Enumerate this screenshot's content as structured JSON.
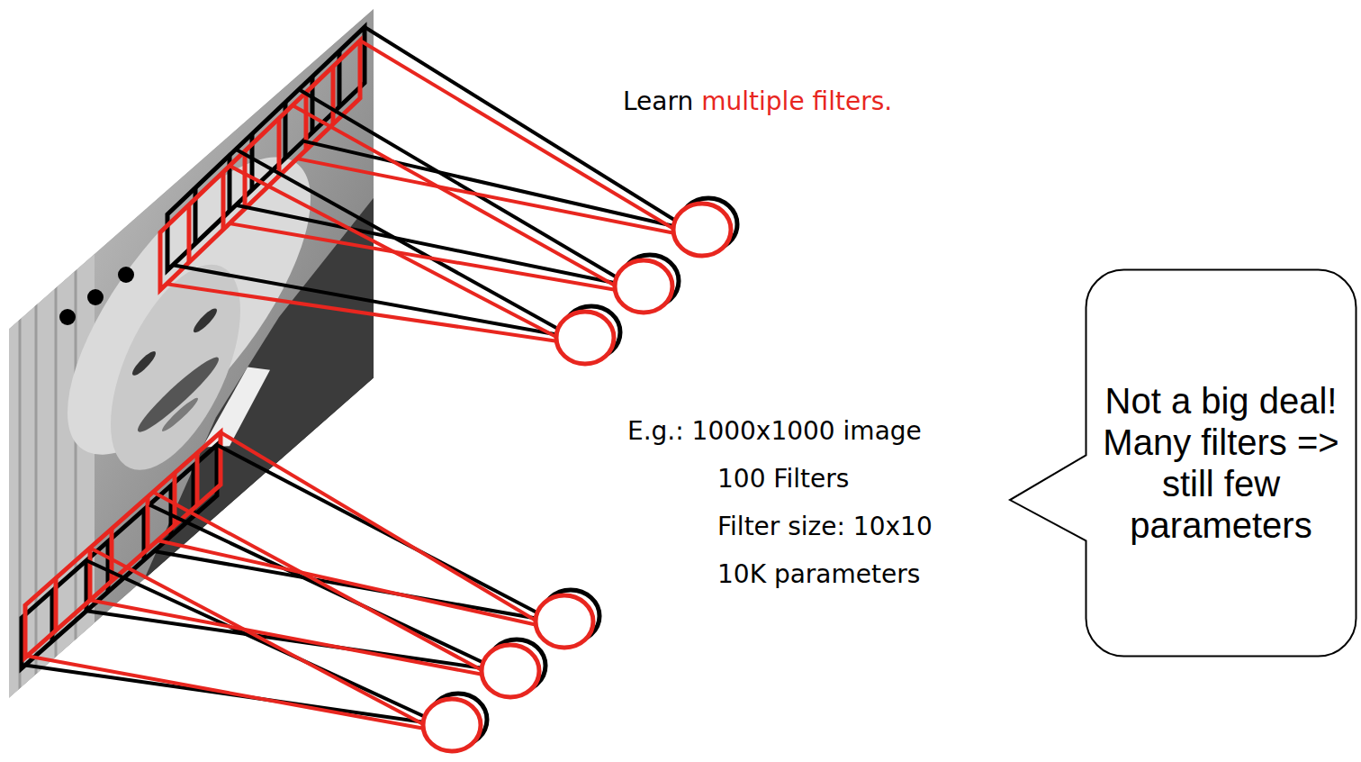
{
  "diagram": {
    "nodes": [
      {
        "text": [
          "Not a big deal! Many filters => still few parameters"
        ]
      }
    ],
    "labels": [
      "Learn",
      "multiple filters.",
      "E.g.: 1000x1000 image",
      "100 Filters",
      "Filter size: 10x10",
      "10K parameters"
    ]
  }
}
